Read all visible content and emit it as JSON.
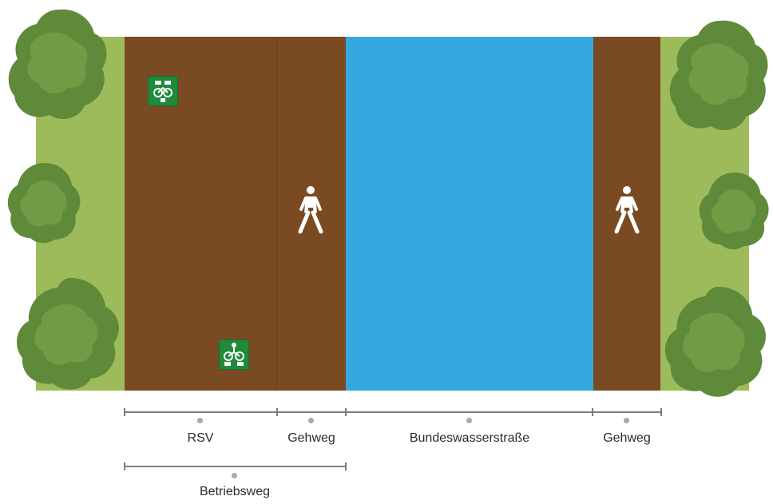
{
  "labels": {
    "rsv": "RSV",
    "gehweg_left": "Gehweg",
    "waterway": "Bundeswasserstraße",
    "gehweg_right": "Gehweg",
    "betriebsweg": "Betriebsweg"
  },
  "colors": {
    "grass": "#9dbb5a",
    "path": "#7a4a23",
    "water": "#36a8e0",
    "tree": "#5f8a3a",
    "sign": "#1f8a3a",
    "dimension": "#7d7d7d"
  },
  "icons": {
    "walker": "pedestrian-icon",
    "sign_top": "bike-route-sign-icon",
    "sign_bottom": "bike-route-sign-icon",
    "tree": "tree-icon"
  }
}
